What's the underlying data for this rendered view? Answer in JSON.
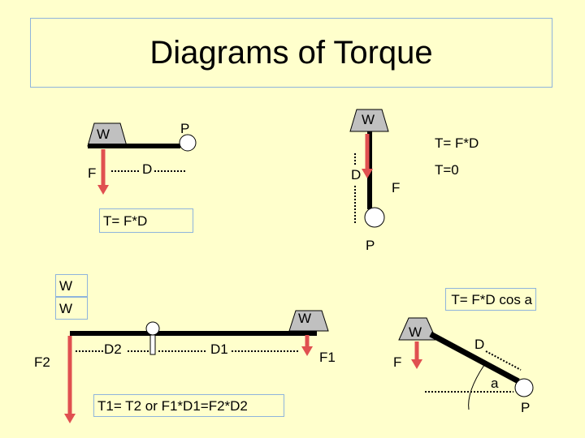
{
  "title": "Diagrams of Torque",
  "diagram1": {
    "weight_label": "W",
    "pivot_label": "P",
    "distance_label": "D",
    "force_label": "F",
    "equation": "T= F*D"
  },
  "diagram2": {
    "weight_label": "W",
    "pivot_label": "P",
    "distance_label": "D",
    "force_label": "F",
    "equation_a": "T= F*D",
    "equation_b": "T=0"
  },
  "diagram3": {
    "weight_label_1": "W",
    "weight_label_2": "W",
    "weight_label_3": "W",
    "force_left_label": "F2",
    "force_right_label": "F1",
    "distance_left_label": "D2",
    "distance_right_label": "D1",
    "equation": "T1= T2 or F1*D1=F2*D2"
  },
  "diagram4": {
    "weight_label": "W",
    "distance_label": "D",
    "force_label": "F",
    "angle_label": "a",
    "pivot_label": "P",
    "equation": "T= F*D cos a"
  }
}
